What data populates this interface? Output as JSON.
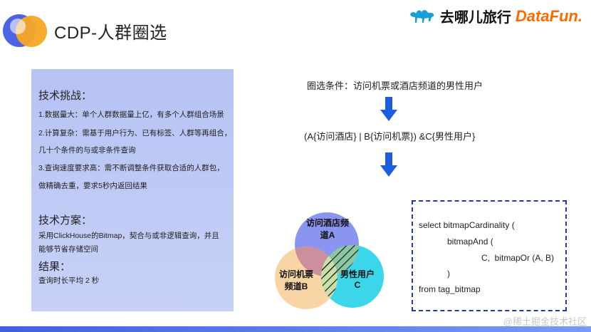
{
  "header": {
    "title": "CDP-人群圈选",
    "brand_qunar": "去哪儿旅行",
    "brand_datafun": "DataFun."
  },
  "challenges": {
    "heading": "技术挑战：",
    "items": [
      "1.数据量大：单个人群数据量上亿，有多个人群组合场景",
      "2.计算复杂：需基于用户行为、已有标签、人群等再组合，",
      "几十个条件的与或非条件查询",
      "3.查询速度要求高：需不断调整条件获取合适的人群包，",
      "做精确去重，要求5秒内返回结果"
    ]
  },
  "solution": {
    "heading": "技术方案：",
    "lines": [
      "采用ClickHouse的Bitmap，契合与或非逻辑查询，并且",
      "能够节省存储空间"
    ]
  },
  "result": {
    "heading": "结果：",
    "text": "查询时长平均 2 秒"
  },
  "condition": "圈选条件：访问机票或酒店频道的男性用户",
  "formula": "(A{访问酒店} | B{访问机票}) &C{男性用户}",
  "venn": {
    "a_line1": "访问酒店频",
    "a_line2": "道A",
    "b_line1": "访问机票",
    "b_line2": "频道B",
    "c_line1": "男性用户",
    "c_line2": "C",
    "colors": {
      "a": "#8a95ef",
      "b": "#f9d4a4",
      "c": "#3cd6ea",
      "a_b": "#cc8f9e"
    }
  },
  "code": [
    "select bitmapCardinality (",
    "bitmapAnd (",
    "C,  bitmapOr (A, B)",
    ")",
    "from tag_bitmap"
  ],
  "watermark": "@稀土掘金技术社区"
}
